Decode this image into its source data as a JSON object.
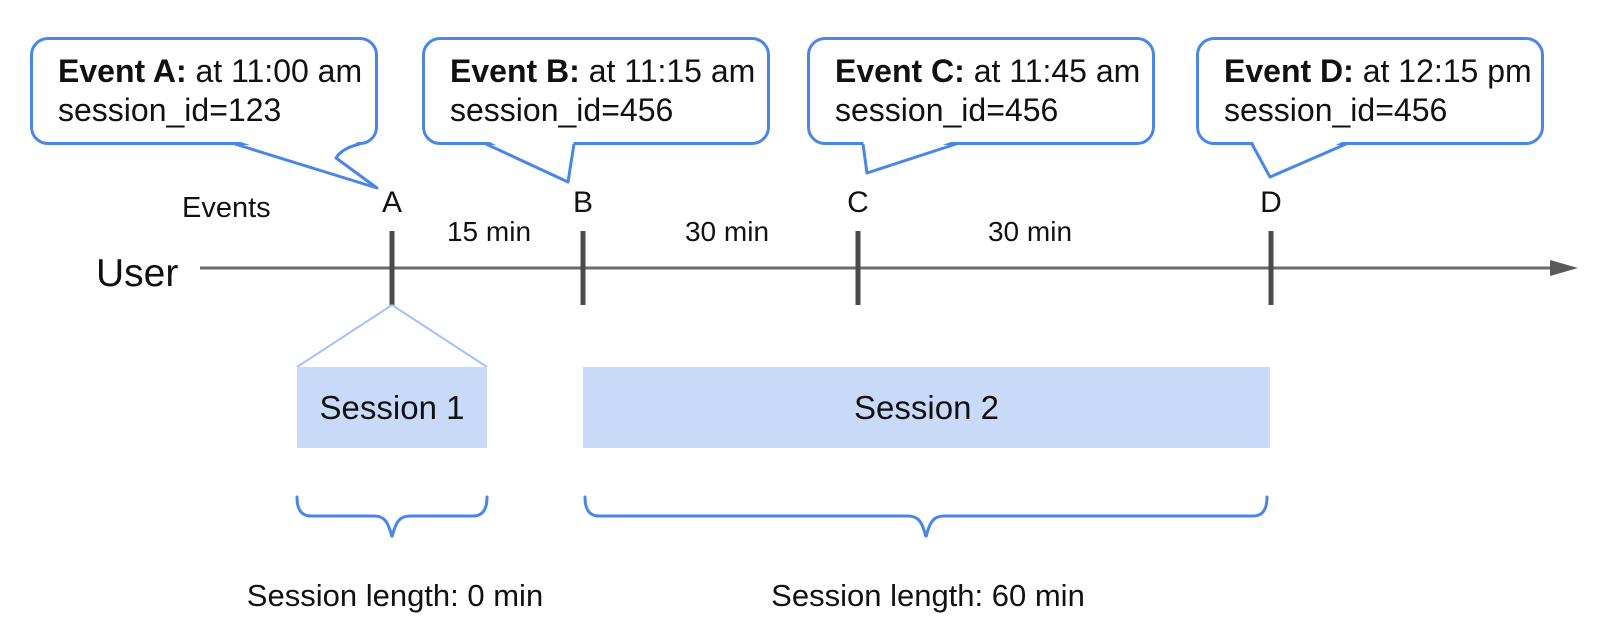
{
  "colors": {
    "callout_border": "#4a86e8",
    "brace": "#4a86e8",
    "session_fill": "#c9daf8",
    "funnel_line": "#a4c2f4",
    "timeline": "#6b6b6b",
    "tick": "#4a4a4a",
    "text": "#111111"
  },
  "axis": {
    "events_label": "Events",
    "user_label": "User"
  },
  "events": [
    {
      "letter": "A",
      "callout_title": "Event A:",
      "callout_time": " at 11:00 am",
      "callout_detail": "session_id=123"
    },
    {
      "letter": "B",
      "callout_title": "Event B:",
      "callout_time": " at 11:15 am",
      "callout_detail": "session_id=456"
    },
    {
      "letter": "C",
      "callout_title": "Event C:",
      "callout_time": " at 11:45 am",
      "callout_detail": "session_id=456"
    },
    {
      "letter": "D",
      "callout_title": "Event D:",
      "callout_time": " at 12:15 pm",
      "callout_detail": "session_id=456"
    }
  ],
  "intervals": [
    {
      "label": "15 min"
    },
    {
      "label": "30 min"
    },
    {
      "label": "30 min"
    }
  ],
  "sessions": [
    {
      "label": "Session 1",
      "length_label": "Session length: 0 min"
    },
    {
      "label": "Session 2",
      "length_label": "Session length: 60 min"
    }
  ]
}
